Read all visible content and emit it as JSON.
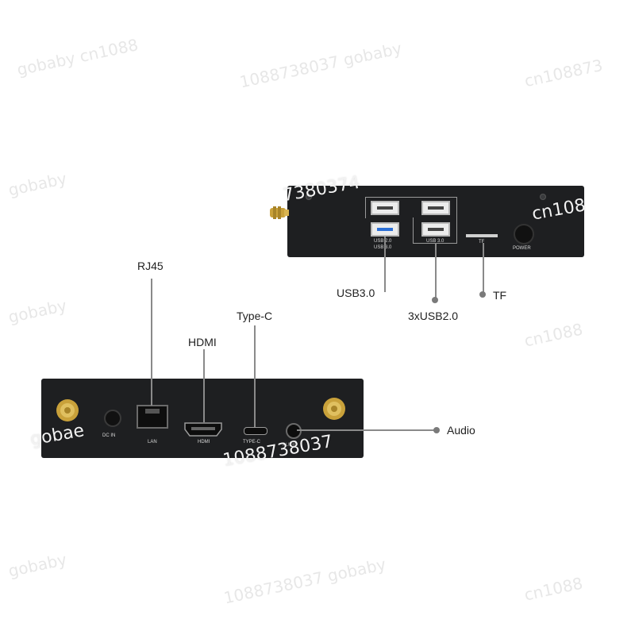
{
  "callouts": {
    "rj45": "RJ45",
    "type_c": "Type-C",
    "hdmi": "HDMI",
    "audio": "Audio",
    "usb30": "USB3.0",
    "usb20x3": "3xUSB2.0",
    "tf": "TF"
  },
  "front_panel": {
    "usb20_label": "USB 2.0",
    "usb30_label": "USB 3.0",
    "usb30_right_label": "USB 3.0",
    "tf_label": "TF",
    "power_label": "POWER"
  },
  "rear_panel": {
    "dc_in_label": "DC IN",
    "lan_label": "LAN",
    "hdmi_label": "HDMI",
    "typec_label": "TYPE-C",
    "audio_label": "AUDIO"
  },
  "watermark": {
    "front_text": "7380374",
    "front_text_right": "cn108",
    "rear_text_left": "gobae",
    "rear_text_mid": "1088738037"
  },
  "colors": {
    "device_body": "#1e1f21",
    "callout_line": "#8a8a8a",
    "usb3_blue": "#2b6fd6",
    "antenna_gold": "#c9a13a"
  }
}
